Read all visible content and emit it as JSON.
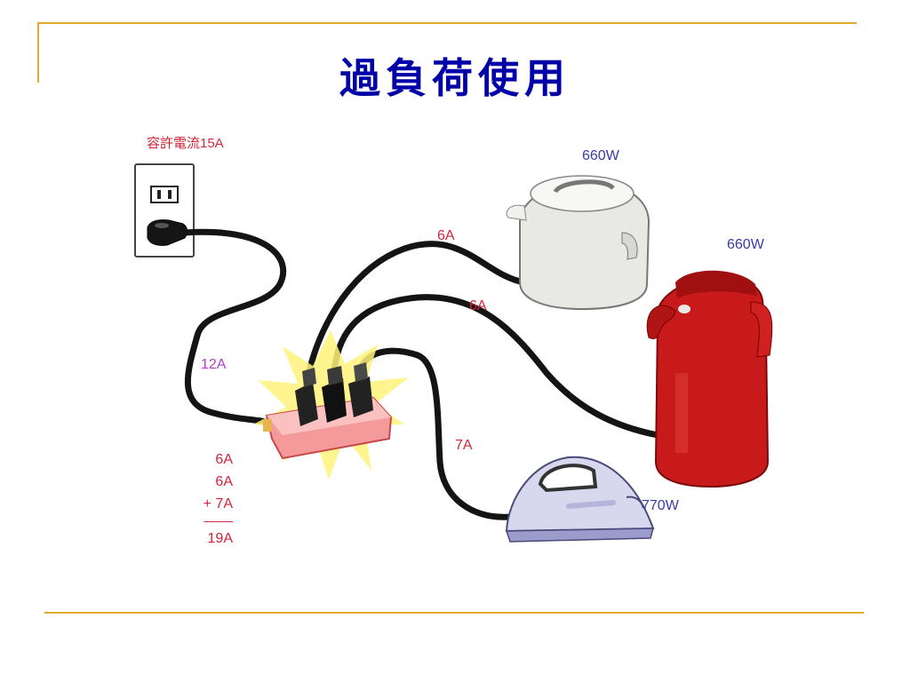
{
  "slide": {
    "title": "過負荷使用"
  },
  "diagram": {
    "outlet_label": "容許電流15A",
    "main_cord_current": "12A",
    "cord_rice_cooker": "6A",
    "cord_air_pot": "6A",
    "cord_iron": "7A",
    "rice_cooker_watt": "660W",
    "air_pot_watt": "660W",
    "iron_watt": "770W",
    "calc": {
      "line1": "6A",
      "line2": "6A",
      "line3": "+ 7A",
      "separator": "----------",
      "total": "19A"
    }
  },
  "colors": {
    "rule": "#e0ab2e",
    "title": "#0000a8",
    "current_label": "#d3243a",
    "main_cord_label": "#b040c8",
    "watt_label": "#3a3aa8",
    "air_pot": "#c81a1a",
    "power_strip": "#f49a9a"
  }
}
